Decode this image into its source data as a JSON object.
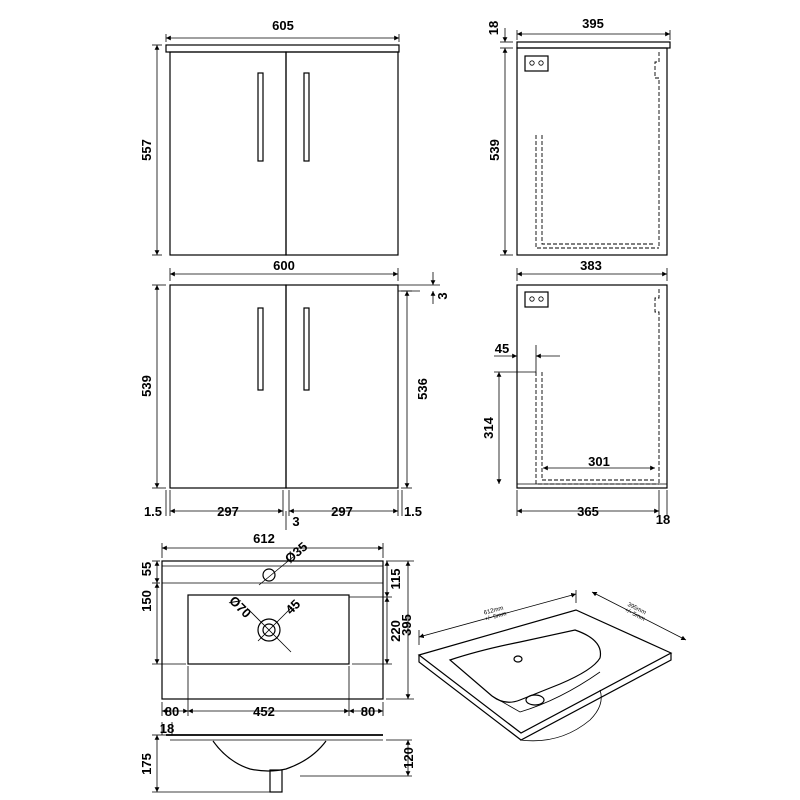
{
  "dimensions": {
    "front_top": {
      "width": "605",
      "height": "557"
    },
    "side_top": {
      "depth": "395",
      "top_thickness": "18",
      "height": "539"
    },
    "front_unit": {
      "width": "600",
      "gap_top": "3",
      "height_left": "539",
      "height_right": "536",
      "edge_left": "1.5",
      "door_left": "297",
      "gap_middle": "3",
      "door_right": "297",
      "edge_right": "1.5"
    },
    "side_unit": {
      "depth": "383",
      "shelf_offset": "45",
      "shelf_height": "314",
      "shelf_depth": "301",
      "inner_depth": "365",
      "back_thickness": "18"
    },
    "basin_plan": {
      "width": "612",
      "tap_hole": "Ø35",
      "waste_outer": "Ø70",
      "waste_angle": "45",
      "top_margin": "55",
      "bowl_offset": "150",
      "tap_offset": "115",
      "bowl_depth": "220",
      "depth": "395",
      "margin_left": "80",
      "bowl_width": "452",
      "margin_right": "80"
    },
    "basin_section": {
      "rim": "18",
      "depth": "175",
      "bowl_depth": "120"
    },
    "basin_3d": {
      "width_label": "612mm",
      "width_note": "+/- 5mm",
      "depth_label": "395mm",
      "depth_note": "+/- 5mm"
    }
  }
}
